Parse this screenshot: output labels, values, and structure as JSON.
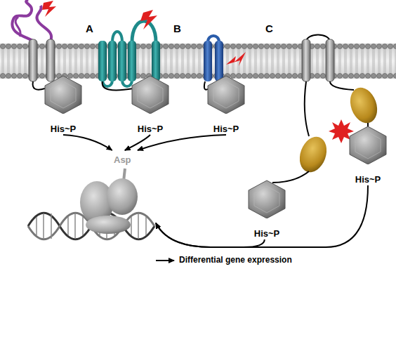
{
  "diagram": {
    "nodes": [
      {
        "text": [
          "His~P"
        ]
      },
      {
        "text": [
          "His~P"
        ]
      },
      {
        "text": [
          "His~P"
        ]
      },
      {
        "text": [
          "His~P"
        ]
      },
      {
        "text": [
          "His~P"
        ]
      },
      {
        "text": [
          "Asp"
        ]
      }
    ],
    "edges": [
      {
        "from": 0,
        "to": 5,
        "arrow": "to"
      },
      {
        "from": 1,
        "to": 5,
        "arrow": "to"
      },
      {
        "from": 2,
        "to": 5,
        "arrow": "to"
      },
      {
        "from": 3,
        "to": 5,
        "arrow": "to"
      },
      {
        "from": 4,
        "to": 5,
        "arrow": "to"
      }
    ],
    "labels": [
      "A",
      "B",
      "C",
      "Differential gene expression"
    ]
  }
}
